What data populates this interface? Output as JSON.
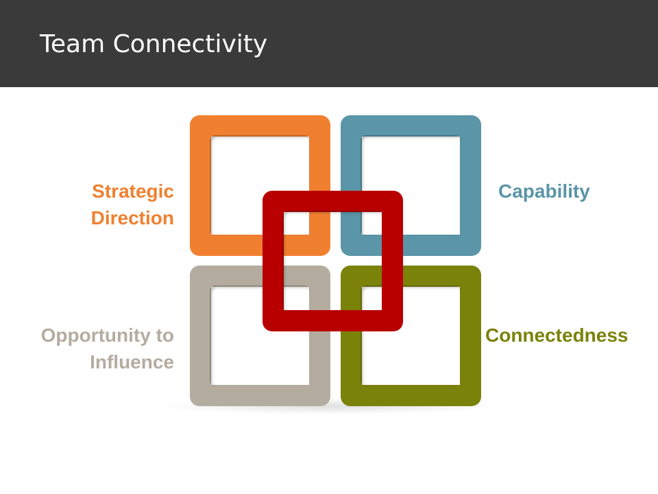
{
  "header": {
    "title": "Team Connectivity"
  },
  "diagram": {
    "strategic": {
      "lines": [
        "Strategic",
        "Direction"
      ],
      "color": "#f08030"
    },
    "capability": {
      "lines": [
        "Capability"
      ],
      "color": "#5b95a8"
    },
    "opportunity": {
      "lines": [
        "Opportunity to",
        "Influence"
      ],
      "color": "#b5aca0"
    },
    "connectedness": {
      "lines": [
        "Connectedness"
      ],
      "color": "#7b8209"
    },
    "center": {
      "color": "#b80000"
    }
  }
}
